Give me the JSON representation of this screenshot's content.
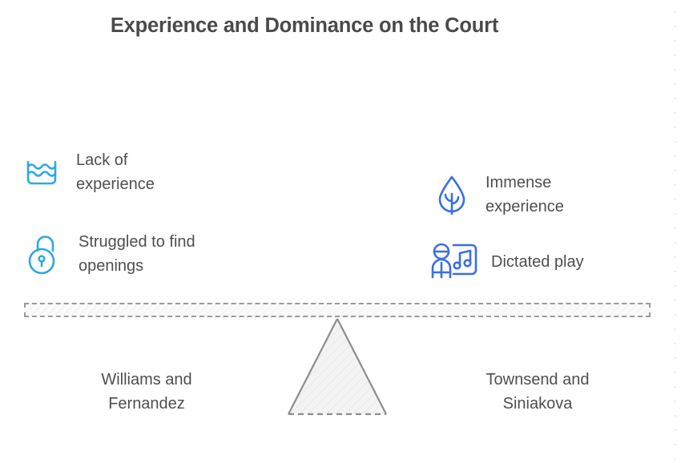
{
  "page": {
    "title": "Experience and Dominance on the Court",
    "background_color": "#ffffff",
    "text_color": "#4f4f4f",
    "title_color": "#4a4a4a"
  },
  "colors": {
    "left_icon": "#2ea9e0",
    "right_icon": "#3b6fe0",
    "beam_border": "#9a9a9a",
    "beam_fill": "#fafafa",
    "fulcrum_stroke": "#8d8d8d",
    "fulcrum_fill": "#f2f2f2",
    "dot_grid": "#e9e9ec"
  },
  "left_side": {
    "features": [
      {
        "icon": "water-waves-icon",
        "label": "Lack of\nexperience"
      },
      {
        "icon": "open-padlock-icon",
        "label": "Struggled to find\nopenings"
      }
    ],
    "team_label": "Williams and\nFernandez"
  },
  "right_side": {
    "features": [
      {
        "icon": "leaf-icon",
        "label": "Immense\nexperience"
      },
      {
        "icon": "conductor-music-icon",
        "label": "Dictated play"
      }
    ],
    "team_label": "Townsend and\nSiniakova"
  },
  "balance": {
    "beam_name": "balance-beam",
    "fulcrum_name": "balance-fulcrum"
  }
}
